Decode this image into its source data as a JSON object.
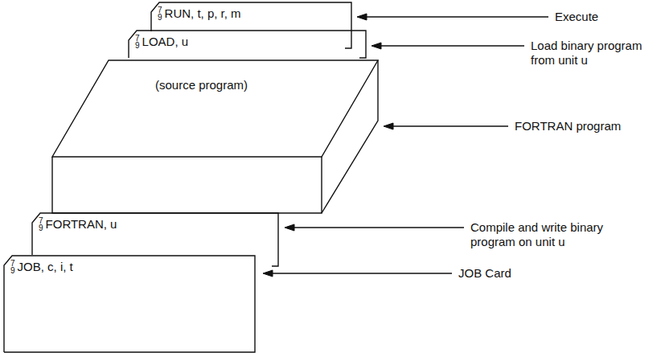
{
  "diagram": {
    "nodes": [
      {
        "text": [
          "7",
          "9",
          "RUN, t, p, r, m"
        ]
      },
      {
        "text": [
          "7",
          "9",
          "LOAD, u"
        ]
      },
      {
        "text": [
          "(source program)"
        ]
      },
      {
        "text": [
          "7",
          "9",
          "FORTRAN, u"
        ]
      },
      {
        "text": [
          "7",
          "9",
          "JOB, c, i, t"
        ]
      }
    ],
    "labels": [
      "Execute",
      "Load binary program from unit u",
      "FORTRAN program",
      "Compile and write binary program on unit u",
      "JOB Card"
    ]
  }
}
